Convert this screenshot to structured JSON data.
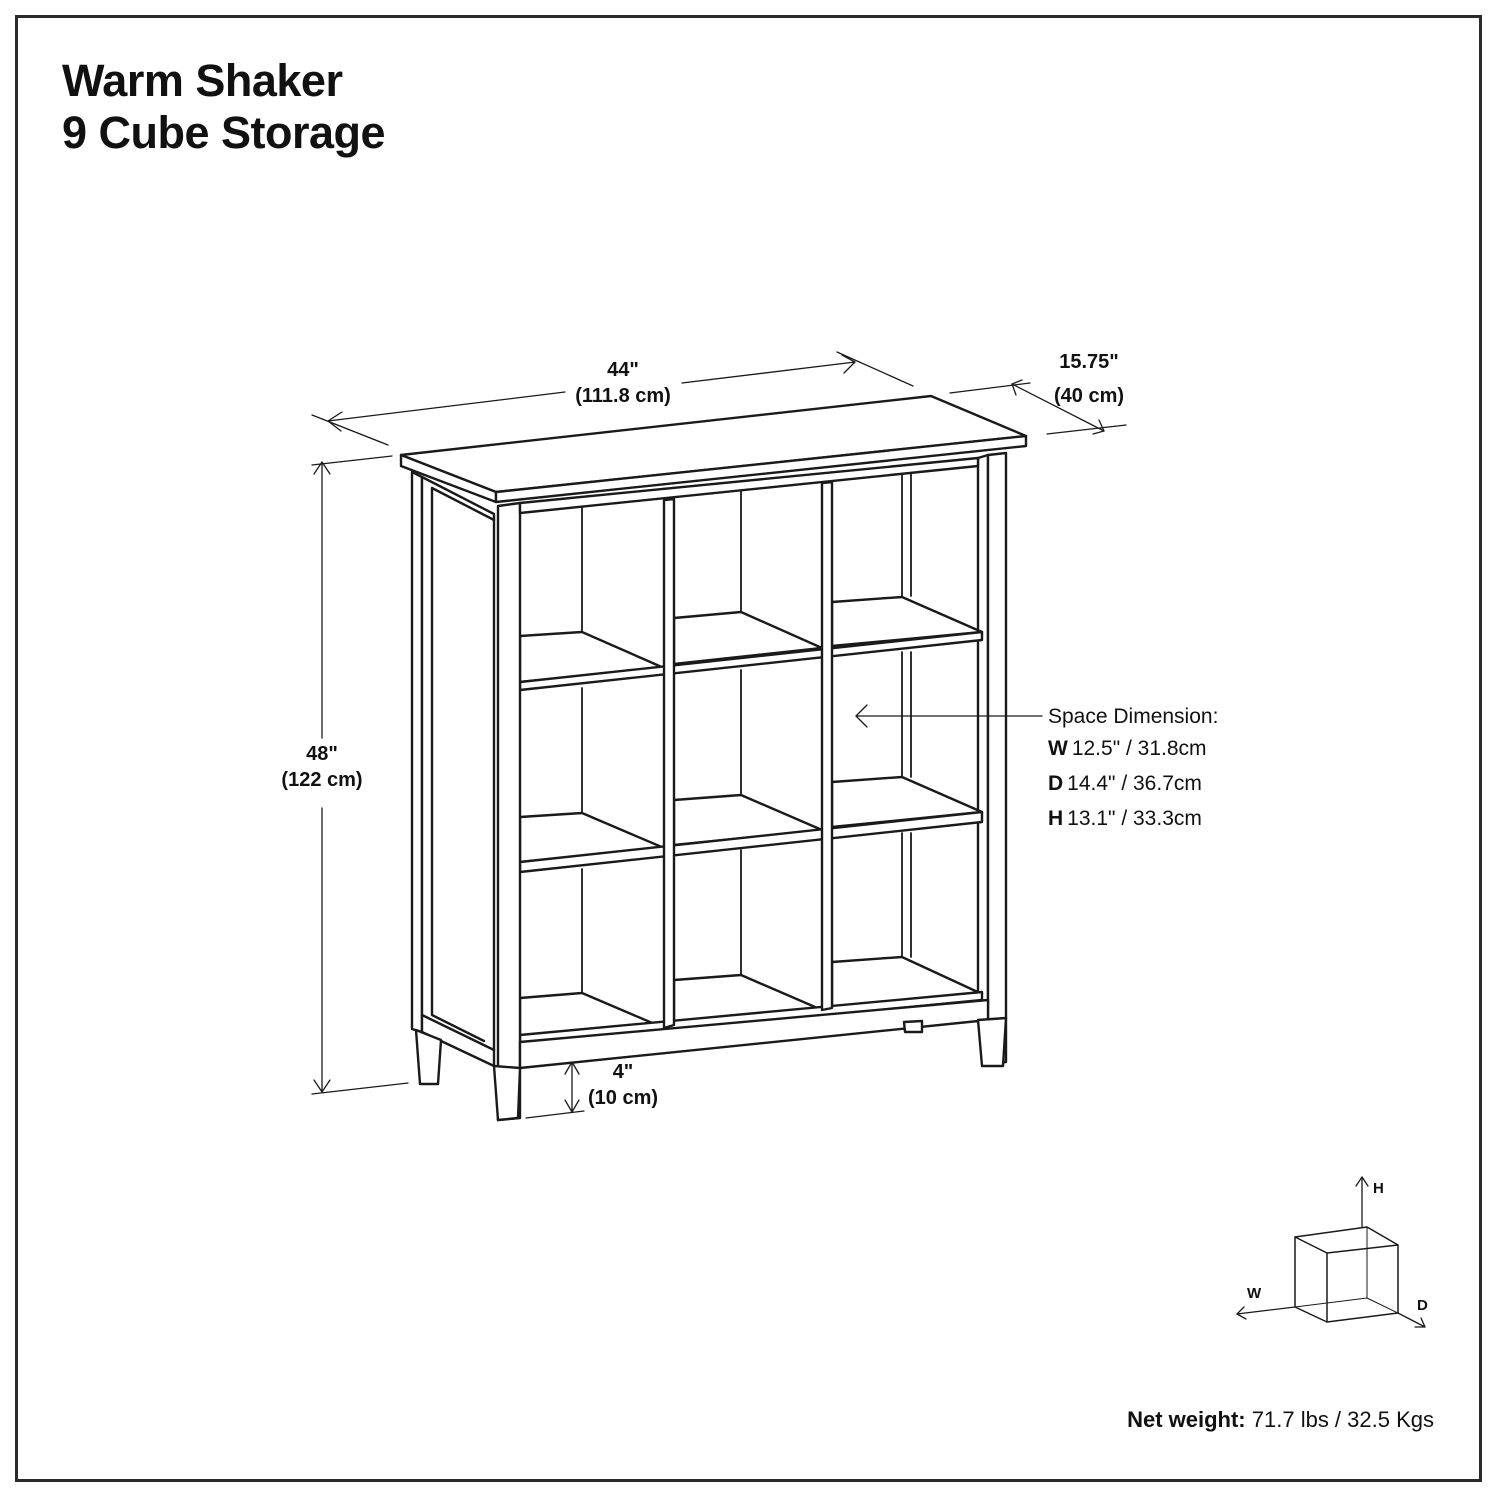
{
  "title": {
    "line1": "Warm Shaker",
    "line2": "9 Cube Storage"
  },
  "dimensions": {
    "width": {
      "in": "44\"",
      "cm": "(111.8 cm)"
    },
    "depth": {
      "in": "15.75\"",
      "cm": "(40 cm)"
    },
    "height": {
      "in": "48\"",
      "cm": "(122 cm)"
    },
    "leg": {
      "in": "4\"",
      "cm": "(10 cm)"
    }
  },
  "space_dimension": {
    "heading": "Space Dimension:",
    "rows": [
      {
        "key": "W",
        "value": "12.5\" / 31.8cm"
      },
      {
        "key": "D",
        "value": "14.4\" / 36.7cm"
      },
      {
        "key": "H",
        "value": "13.1\" / 33.3cm"
      }
    ]
  },
  "axis_legend": {
    "h": "H",
    "w": "W",
    "d": "D"
  },
  "net_weight": {
    "label": "Net weight:",
    "value": "71.7 lbs / 32.5 Kgs"
  }
}
